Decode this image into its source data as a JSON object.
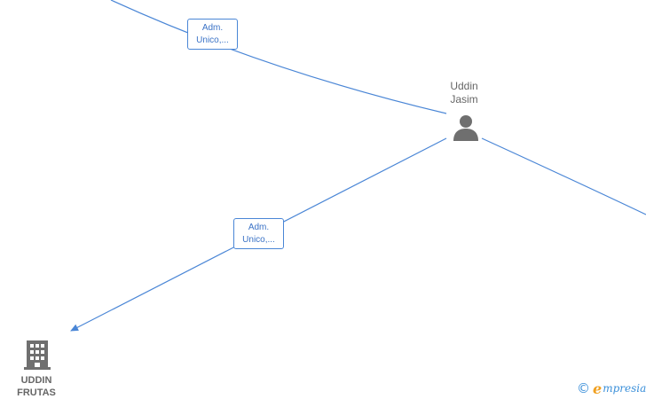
{
  "graph": {
    "person": {
      "name_line1": "Uddin",
      "name_line2": "Jasim",
      "icon": "person-icon"
    },
    "company": {
      "name_line1": "UDDIN",
      "name_line2": "FRUTAS",
      "icon": "building-icon"
    },
    "edge_labels": [
      {
        "line1": "Adm.",
        "line2": "Unico,..."
      },
      {
        "line1": "Adm.",
        "line2": "Unico,..."
      }
    ]
  },
  "colors": {
    "edge": "#4a86d6",
    "node_icon": "#6f6f6f",
    "label_text": "#3a72c6"
  },
  "footer": {
    "copyright_symbol": "©",
    "brand_initial": "e",
    "brand_rest": "mpresia"
  }
}
